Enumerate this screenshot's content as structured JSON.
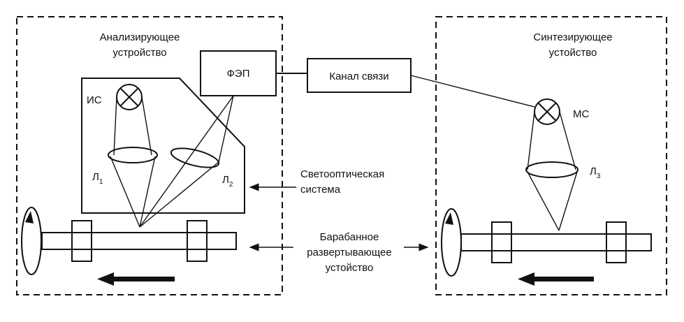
{
  "analyzer": {
    "title_line1": "Анализирующее",
    "title_line2": "устройство",
    "lamp_label": "ИС",
    "pmt_label": "ФЭП",
    "lens1_label": "Л",
    "lens1_sub": "1",
    "lens2_label": "Л",
    "lens2_sub": "2"
  },
  "channel": {
    "label": "Канал связи"
  },
  "synthesizer": {
    "title_line1": "Синтезирующее",
    "title_line2": "устойство",
    "lamp_label": "МС",
    "lens3_label": "Л",
    "lens3_sub": "3"
  },
  "callouts": {
    "optical_line1": "Светооптическая",
    "optical_line2": "система",
    "drum_line1": "Барабанное",
    "drum_line2": "развертывающее",
    "drum_line3": "устойство"
  }
}
